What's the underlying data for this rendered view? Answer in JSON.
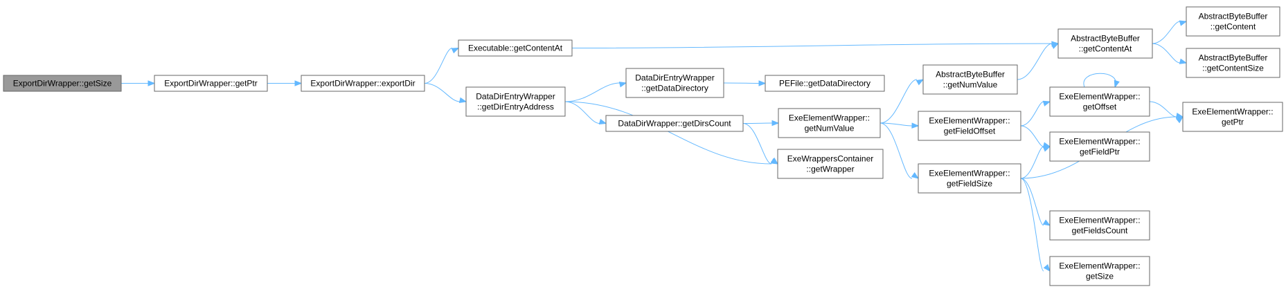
{
  "graph": {
    "nodes": [
      {
        "id": "n0",
        "lines": [
          "ExportDirWrapper::getSize"
        ],
        "root": true
      },
      {
        "id": "n1",
        "lines": [
          "ExportDirWrapper::getPtr"
        ]
      },
      {
        "id": "n2",
        "lines": [
          "ExportDirWrapper::exportDir"
        ]
      },
      {
        "id": "n3",
        "lines": [
          "Executable::getContentAt"
        ]
      },
      {
        "id": "n4",
        "lines": [
          "DataDirEntryWrapper",
          "::getDirEntryAddress"
        ]
      },
      {
        "id": "n5",
        "lines": [
          "DataDirEntryWrapper",
          "::getDataDirectory"
        ]
      },
      {
        "id": "n6",
        "lines": [
          "PEFile::getDataDirectory"
        ]
      },
      {
        "id": "n7",
        "lines": [
          "DataDirWrapper::getDirsCount"
        ]
      },
      {
        "id": "n8",
        "lines": [
          "ExeElementWrapper::",
          "getNumValue"
        ]
      },
      {
        "id": "n9",
        "lines": [
          "ExeWrappersContainer",
          "::getWrapper"
        ]
      },
      {
        "id": "n10",
        "lines": [
          "AbstractByteBuffer",
          "::getNumValue"
        ]
      },
      {
        "id": "n11",
        "lines": [
          "ExeElementWrapper::",
          "getFieldOffset"
        ]
      },
      {
        "id": "n12",
        "lines": [
          "ExeElementWrapper::",
          "getFieldSize"
        ]
      },
      {
        "id": "n13",
        "lines": [
          "AbstractByteBuffer",
          "::getContentAt"
        ]
      },
      {
        "id": "n14",
        "lines": [
          "ExeElementWrapper::",
          "getOffset"
        ]
      },
      {
        "id": "n15",
        "lines": [
          "ExeElementWrapper::",
          "getFieldPtr"
        ]
      },
      {
        "id": "n16",
        "lines": [
          "ExeElementWrapper::",
          "getFieldsCount"
        ]
      },
      {
        "id": "n17",
        "lines": [
          "ExeElementWrapper::",
          "getSize"
        ]
      },
      {
        "id": "n18",
        "lines": [
          "AbstractByteBuffer",
          "::getContent"
        ]
      },
      {
        "id": "n19",
        "lines": [
          "AbstractByteBuffer",
          "::getContentSize"
        ]
      },
      {
        "id": "n20",
        "lines": [
          "ExeElementWrapper::",
          "getPtr"
        ]
      }
    ],
    "edges": [
      {
        "from": "n0",
        "to": "n1"
      },
      {
        "from": "n1",
        "to": "n2"
      },
      {
        "from": "n2",
        "to": "n3"
      },
      {
        "from": "n2",
        "to": "n4"
      },
      {
        "from": "n3",
        "to": "n13"
      },
      {
        "from": "n4",
        "to": "n5"
      },
      {
        "from": "n4",
        "to": "n7"
      },
      {
        "from": "n4",
        "to": "n9"
      },
      {
        "from": "n5",
        "to": "n6"
      },
      {
        "from": "n7",
        "to": "n8"
      },
      {
        "from": "n7",
        "to": "n9"
      },
      {
        "from": "n8",
        "to": "n10"
      },
      {
        "from": "n8",
        "to": "n11"
      },
      {
        "from": "n8",
        "to": "n12"
      },
      {
        "from": "n10",
        "to": "n13"
      },
      {
        "from": "n11",
        "to": "n14"
      },
      {
        "from": "n11",
        "to": "n15"
      },
      {
        "from": "n12",
        "to": "n15"
      },
      {
        "from": "n12",
        "to": "n20"
      },
      {
        "from": "n12",
        "to": "n16"
      },
      {
        "from": "n12",
        "to": "n17"
      },
      {
        "from": "n13",
        "to": "n18"
      },
      {
        "from": "n13",
        "to": "n19"
      },
      {
        "from": "n14",
        "to": "n14"
      },
      {
        "from": "n14",
        "to": "n20"
      }
    ],
    "colors": {
      "edge": "#63b8ff",
      "node_border": "#666666",
      "node_fill": "#ffffff",
      "root_fill": "#999999"
    }
  }
}
